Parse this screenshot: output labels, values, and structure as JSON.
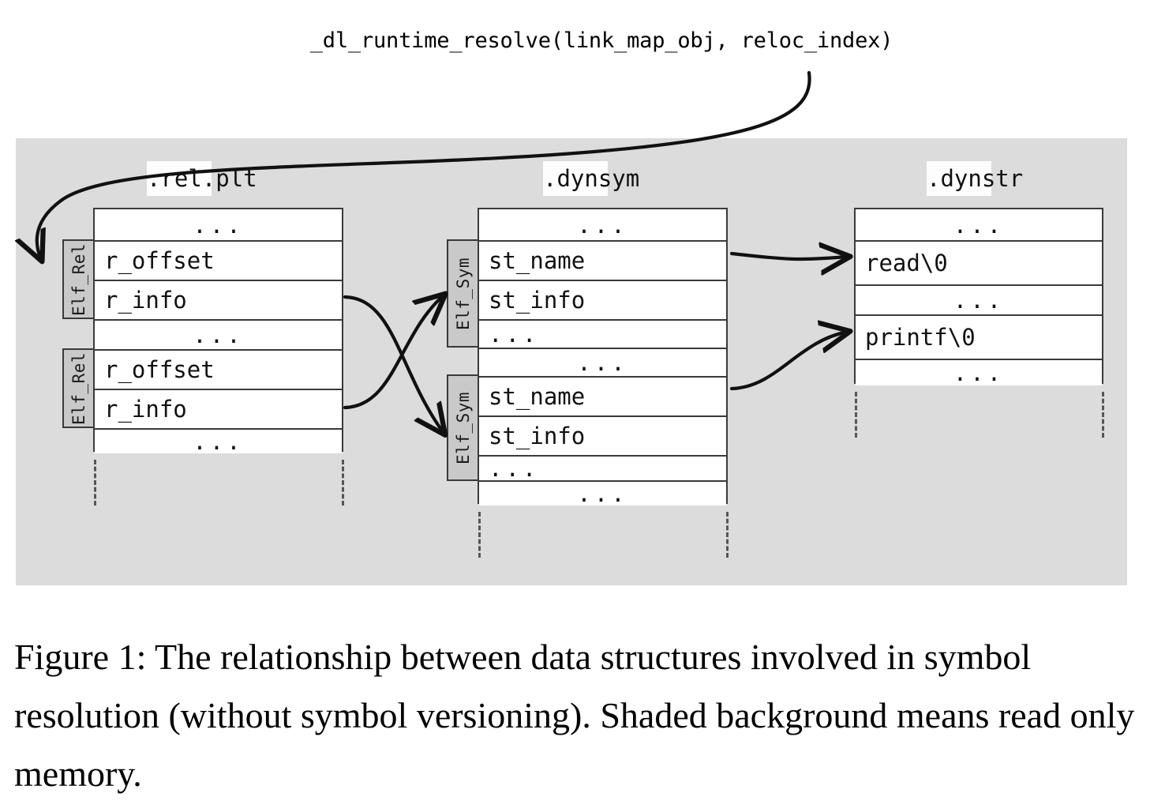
{
  "figure": {
    "call_title": "_dl_runtime_resolve(link_map_obj, reloc_index)",
    "caption": "Figure 1: The relationship between data structures involved in symbol resolution (without symbol versioning). Shaded background means read only memory.",
    "colors": {
      "shaded_background": "#dcdcdc",
      "tab_fill": "#c9c9c9",
      "row_fill": "#ffffff",
      "border": "#3a3a3a",
      "text": "#111111"
    }
  },
  "sections": [
    {
      "name": ".rel.plt",
      "rows": [
        {
          "text": "...",
          "align": "center"
        },
        {
          "text": "r_offset",
          "align": "left"
        },
        {
          "text": "r_info",
          "align": "left"
        },
        {
          "text": "...",
          "align": "center"
        },
        {
          "text": "r_offset",
          "align": "left"
        },
        {
          "text": "r_info",
          "align": "left"
        },
        {
          "text": "...",
          "align": "center"
        }
      ],
      "tabs": [
        {
          "label": "Elf_Rel"
        },
        {
          "label": "Elf_Rel"
        }
      ]
    },
    {
      "name": ".dynsym",
      "rows": [
        {
          "text": "...",
          "align": "center"
        },
        {
          "text": "st_name",
          "align": "left"
        },
        {
          "text": "st_info",
          "align": "left"
        },
        {
          "text": "...",
          "align": "left"
        },
        {
          "text": "...",
          "align": "center"
        },
        {
          "text": "st_name",
          "align": "left"
        },
        {
          "text": "st_info",
          "align": "left"
        },
        {
          "text": "...",
          "align": "left"
        },
        {
          "text": "...",
          "align": "center"
        }
      ],
      "tabs": [
        {
          "label": "Elf_Sym"
        },
        {
          "label": "Elf_Sym"
        }
      ]
    },
    {
      "name": ".dynstr",
      "rows": [
        {
          "text": "...",
          "align": "center"
        },
        {
          "text": "read\\0",
          "align": "left"
        },
        {
          "text": "...",
          "align": "center"
        },
        {
          "text": "printf\\0",
          "align": "left"
        },
        {
          "text": "...",
          "align": "center"
        }
      ],
      "tabs": []
    }
  ],
  "arrows": [
    {
      "name": "runtime-resolve-to-first-elf-rel",
      "from": "_dl_runtime_resolve",
      "to": ".rel.plt Elf_Rel[0]"
    },
    {
      "name": "r-info-0-to-elf-sym-1",
      "from": ".rel.plt r_info[0]",
      "to": ".dynsym Elf_Sym[1]"
    },
    {
      "name": "r-info-1-to-elf-sym-0",
      "from": ".rel.plt r_info[1]",
      "to": ".dynsym Elf_Sym[0]"
    },
    {
      "name": "st-name-0-to-read",
      "from": ".dynsym st_name[0]",
      "to": ".dynstr read\\0"
    },
    {
      "name": "st-name-1-to-printf",
      "from": ".dynsym st_name[1]",
      "to": ".dynstr printf\\0"
    }
  ]
}
